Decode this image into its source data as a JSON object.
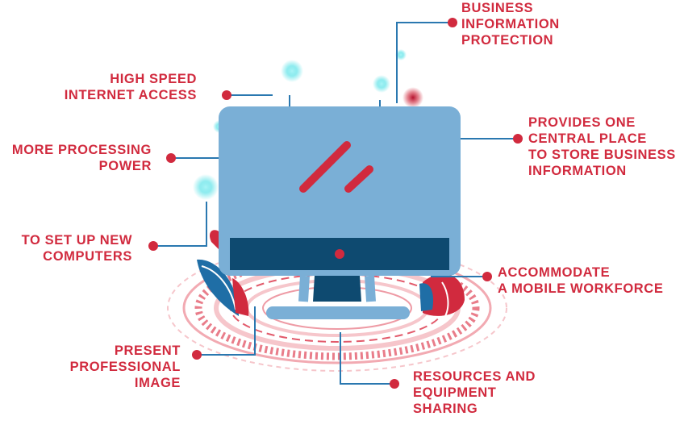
{
  "colors": {
    "accent_red": "#d12a3e",
    "monitor_body": "#7aafd6",
    "monitor_dark": "#0e4a70",
    "connector": "#2a78b0",
    "glow": "#5fe3e8",
    "rings_light": "#f6c6cb"
  },
  "icons": [
    "computer-monitor-icon",
    "glow-dot-icon"
  ],
  "labels": {
    "business_protection": [
      "BUSINESS",
      "INFORMATION",
      "PROTECTION"
    ],
    "high_speed": [
      "HIGH SPEED",
      "INTERNET ACCESS"
    ],
    "processing": [
      "MORE PROCESSING",
      "POWER"
    ],
    "setup": [
      "TO SET UP NEW",
      "COMPUTERS"
    ],
    "professional": [
      "PRESENT",
      "PROFESSIONAL",
      "IMAGE"
    ],
    "central": [
      "PROVIDES ONE",
      "CENTRAL PLACE",
      "TO STORE BUSINESS",
      "INFORMATION"
    ],
    "mobile": [
      "ACCOMMODATE",
      "A MOBILE WORKFORCE"
    ],
    "resources": [
      "RESOURCES AND",
      "EQUIPMENT",
      "SHARING"
    ]
  }
}
